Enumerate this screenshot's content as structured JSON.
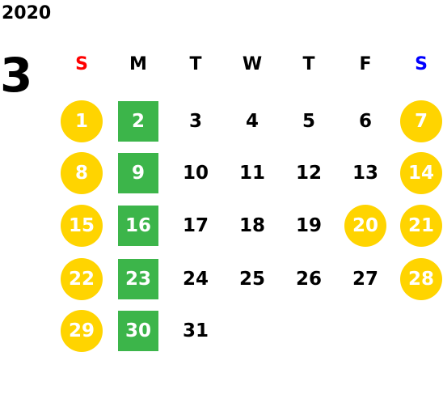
{
  "year": "2020",
  "month": "3",
  "colors": {
    "sunday": "#ff0000",
    "saturday": "#0000ff",
    "weekday": "#000000",
    "holiday_fill": "#ffd400",
    "monday_fill": "#3cb54a",
    "highlight_text": "#ffffff"
  },
  "weekdays": [
    {
      "label": "S",
      "kind": "sunday"
    },
    {
      "label": "M",
      "kind": "weekday"
    },
    {
      "label": "T",
      "kind": "weekday"
    },
    {
      "label": "W",
      "kind": "weekday"
    },
    {
      "label": "T",
      "kind": "weekday"
    },
    {
      "label": "F",
      "kind": "weekday"
    },
    {
      "label": "S",
      "kind": "saturday"
    }
  ],
  "weeks": [
    [
      {
        "day": "1",
        "style": "holiday"
      },
      {
        "day": "2",
        "style": "monday"
      },
      {
        "day": "3",
        "style": "plain"
      },
      {
        "day": "4",
        "style": "plain"
      },
      {
        "day": "5",
        "style": "plain"
      },
      {
        "day": "6",
        "style": "plain"
      },
      {
        "day": "7",
        "style": "holiday"
      }
    ],
    [
      {
        "day": "8",
        "style": "holiday"
      },
      {
        "day": "9",
        "style": "monday"
      },
      {
        "day": "10",
        "style": "plain"
      },
      {
        "day": "11",
        "style": "plain"
      },
      {
        "day": "12",
        "style": "plain"
      },
      {
        "day": "13",
        "style": "plain"
      },
      {
        "day": "14",
        "style": "holiday"
      }
    ],
    [
      {
        "day": "15",
        "style": "holiday"
      },
      {
        "day": "16",
        "style": "monday"
      },
      {
        "day": "17",
        "style": "plain"
      },
      {
        "day": "18",
        "style": "plain"
      },
      {
        "day": "19",
        "style": "plain"
      },
      {
        "day": "20",
        "style": "holiday"
      },
      {
        "day": "21",
        "style": "holiday"
      }
    ],
    [
      {
        "day": "22",
        "style": "holiday"
      },
      {
        "day": "23",
        "style": "monday"
      },
      {
        "day": "24",
        "style": "plain"
      },
      {
        "day": "25",
        "style": "plain"
      },
      {
        "day": "26",
        "style": "plain"
      },
      {
        "day": "27",
        "style": "plain"
      },
      {
        "day": "28",
        "style": "holiday"
      }
    ],
    [
      {
        "day": "29",
        "style": "holiday"
      },
      {
        "day": "30",
        "style": "monday"
      },
      {
        "day": "31",
        "style": "plain"
      }
    ]
  ]
}
